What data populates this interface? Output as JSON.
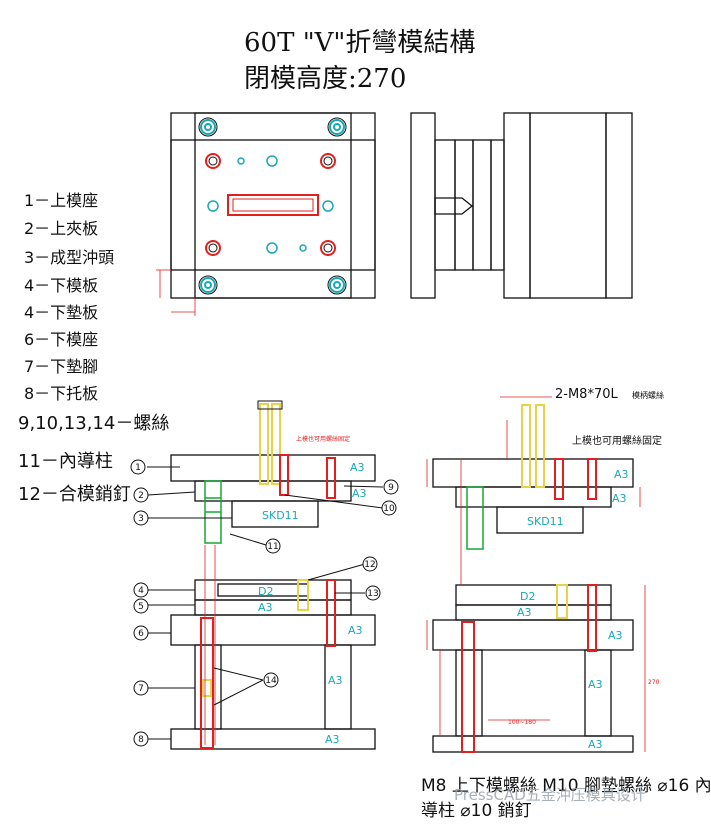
{
  "title": {
    "line1": "60T \"V\"折彎模結構",
    "line2": "閉模高度:270"
  },
  "legend": [
    "1－上模座",
    "2－上夾板",
    "3－成型沖頭",
    "4－下模板",
    "4－下墊板",
    "6－下模座",
    "7－下墊腳",
    "8－下托板",
    "9,10,13,14－螺絲",
    "11－內導柱",
    "12－合模銷釘"
  ],
  "callouts": [
    "1",
    "2",
    "3",
    "4",
    "5",
    "6",
    "7",
    "8",
    "9",
    "10",
    "11",
    "12",
    "13",
    "14"
  ],
  "part_labels": {
    "a3": "A3",
    "skd11": "SKD11",
    "d2": "D2"
  },
  "right_view": {
    "screw_note": "2-M8*70L",
    "screw_note_small": "模柄螺絲",
    "fix_note": "上模也可用螺絲固定",
    "dim_a": "100~180",
    "dim_b": "270"
  },
  "left_small_note": "上模也可用螺絲固定",
  "bottom_note": {
    "line1": "M8 上下模螺絲   M10 腳墊螺絲  ⌀16 內",
    "line2": "導柱  ⌀10 銷釘"
  },
  "watermark": "PressCAD五金沖压模具设计",
  "colors": {
    "outline": "#111111",
    "red": "#e0201e",
    "yellow": "#e8d24a",
    "green": "#16a834",
    "cyan": "#1aa7b8",
    "blue": "#2a52c9"
  }
}
